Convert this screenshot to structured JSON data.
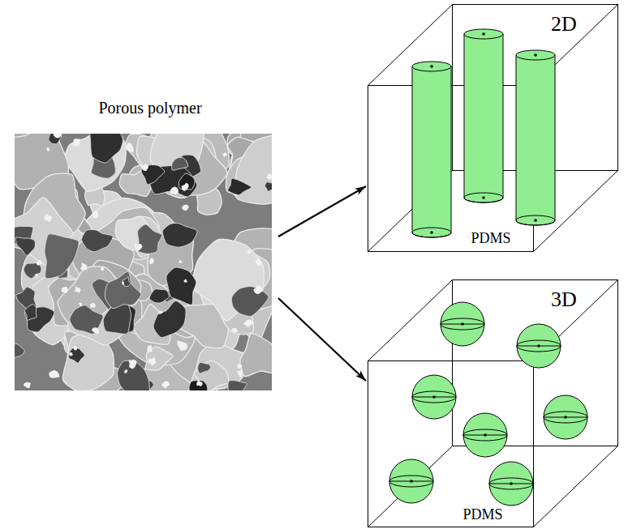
{
  "diagram": {
    "nodes": [
      {
        "text": [
          "Porous polymer"
        ]
      },
      {
        "text": [
          "2D",
          "PDMS"
        ]
      },
      {
        "text": [
          "3D",
          "PDMS"
        ]
      }
    ],
    "edges": [
      {
        "from": 0,
        "to": 1,
        "arrow": "to"
      },
      {
        "from": 0,
        "to": 2,
        "arrow": "to"
      }
    ]
  }
}
